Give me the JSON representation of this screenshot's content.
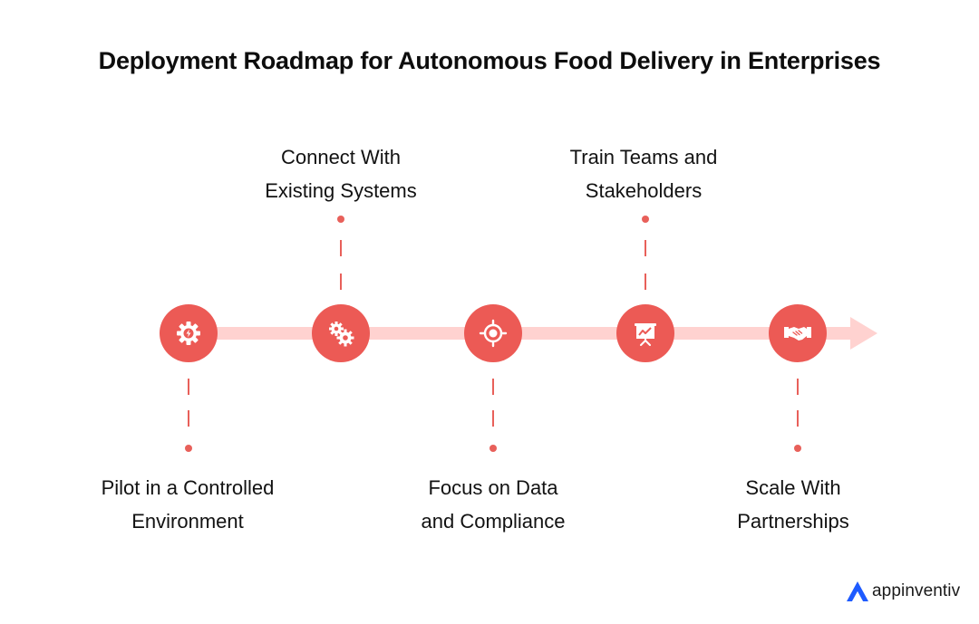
{
  "title": "Deployment Roadmap for Autonomous Food Delivery in Enterprises",
  "steps": [
    {
      "line1": "Pilot in a Controlled",
      "line2": "Environment",
      "icon": "gear-bolt-icon"
    },
    {
      "line1": "Connect With",
      "line2": "Existing Systems",
      "icon": "gears-icon"
    },
    {
      "line1": "Focus on Data",
      "line2": "and Compliance",
      "icon": "target-icon"
    },
    {
      "line1": "Train Teams and",
      "line2": "Stakeholders",
      "icon": "presentation-board-icon"
    },
    {
      "line1": "Scale With",
      "line2": "Partnerships",
      "icon": "handshake-icon"
    }
  ],
  "brand": {
    "name": "appinventiv",
    "icon": "appinventiv-logo-icon"
  },
  "colors": {
    "node": "#ec5a55",
    "track": "#ffd2d0",
    "connector": "#e8605a",
    "brand_blue": "#1e5bff"
  }
}
